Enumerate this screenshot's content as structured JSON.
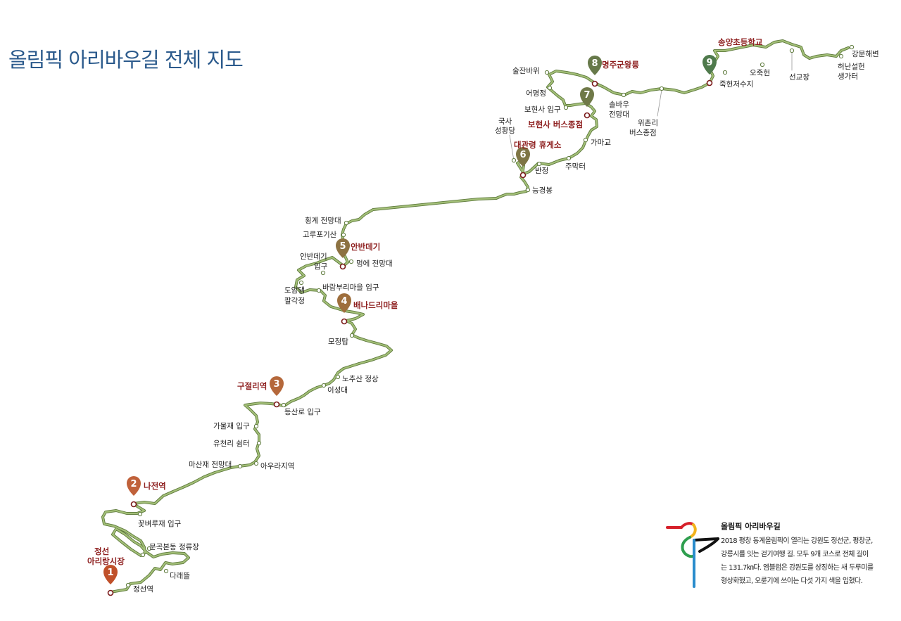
{
  "title": "올림픽 아리바우길 전체 지도",
  "colors": {
    "route": "#a3bf78",
    "route_edge": "#5e7a3c",
    "station_text": "#8e1f1f",
    "title": "#2b5a8c",
    "marker_1": "#c0502a",
    "marker_2": "#c0613a",
    "marker_3": "#b5683b",
    "marker_4": "#9e6e3c",
    "marker_5": "#8d7242",
    "marker_6": "#7e7545",
    "marker_7": "#6f7948",
    "marker_8": "#67794a",
    "marker_9": "#4f7a4c"
  },
  "stations": [
    {
      "num": "1",
      "name": "정선 아리랑시장"
    },
    {
      "num": "2",
      "name": "나전역"
    },
    {
      "num": "3",
      "name": "구절리역"
    },
    {
      "num": "4",
      "name": "배나드리마을"
    },
    {
      "num": "5",
      "name": "안반데기"
    },
    {
      "num": "6",
      "name": "대관령 휴게소"
    },
    {
      "num": "7",
      "name": "보현사 버스종점"
    },
    {
      "num": "8",
      "name": "명주군왕릉"
    },
    {
      "num": "9",
      "name": "송양초등학교"
    }
  ],
  "station1_label_lines": [
    "정선",
    "아리랑시장"
  ],
  "points": [
    "정선역",
    "다래뜰",
    "문곡본동 정류장",
    "꽃벼루재 입구",
    "마산재 전망대",
    "아우라지역",
    "유천리 쉼터",
    "가물재 입구",
    "등산로 입구",
    "이성대",
    "노추산 정상",
    "모정탑",
    "바람부리마을 입구",
    "도암댐",
    "팔각정",
    "안반데기",
    "입구",
    "멍에 전망대",
    "고루포기산",
    "횡계 전망대",
    "능경봉",
    "반정",
    "주막터",
    "가마교",
    "국사",
    "성황당",
    "보현사 입구",
    "어명정",
    "술잔바위",
    "솔바우",
    "전망대",
    "위촌리",
    "버스종점",
    "죽헌저수지",
    "오죽헌",
    "선교장",
    "허난설헌",
    "생가터",
    "강문해변"
  ],
  "info": {
    "title": "올림픽 아리바우길",
    "lines": [
      "2018 평창 동계올림픽이 열리는 강원도 정선군, 평창군,",
      "강릉시를 잇는 걷기여행 길. 모두 9개 코스로 전체 길이",
      "는 131.7㎞다. 엠블럼은 강원도를 상징하는 새 두루미를",
      "형상화했고, 오륜기에 쓰이는 다섯 가지 색을 입혔다."
    ]
  }
}
